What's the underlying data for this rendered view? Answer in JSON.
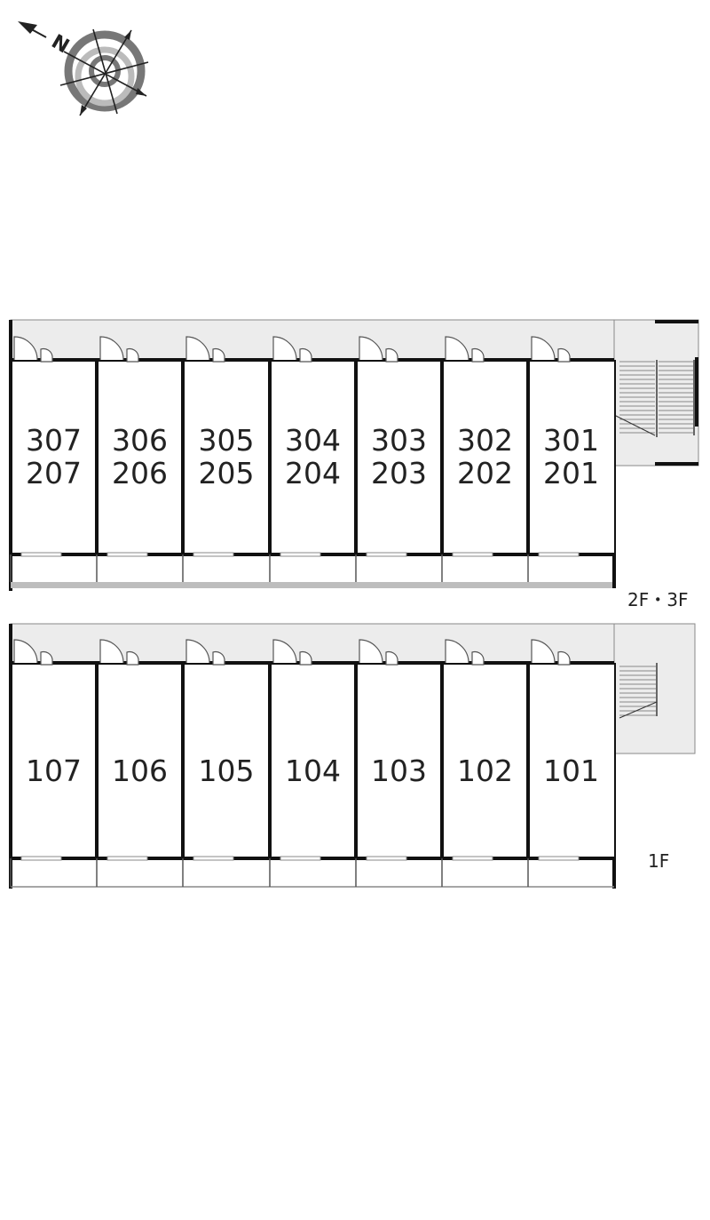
{
  "compass": {
    "icon": "north-compass-icon",
    "north_label": "N"
  },
  "upper_block": {
    "floor_label": "2F・3F",
    "rooms": [
      {
        "top": "307",
        "bottom": "207"
      },
      {
        "top": "306",
        "bottom": "206"
      },
      {
        "top": "305",
        "bottom": "205"
      },
      {
        "top": "304",
        "bottom": "204"
      },
      {
        "top": "303",
        "bottom": "203"
      },
      {
        "top": "302",
        "bottom": "202"
      },
      {
        "top": "301",
        "bottom": "201"
      }
    ]
  },
  "lower_block": {
    "floor_label": "1F",
    "rooms": [
      {
        "top": "107"
      },
      {
        "top": "106"
      },
      {
        "top": "105"
      },
      {
        "top": "104"
      },
      {
        "top": "103"
      },
      {
        "top": "102"
      },
      {
        "top": "101"
      }
    ]
  },
  "colors": {
    "corridor": "#ececec",
    "wall": "#111111",
    "balcony_edge": "#bdbdbd",
    "compass_dark": "#777777",
    "compass_light": "#bbbbbb"
  }
}
